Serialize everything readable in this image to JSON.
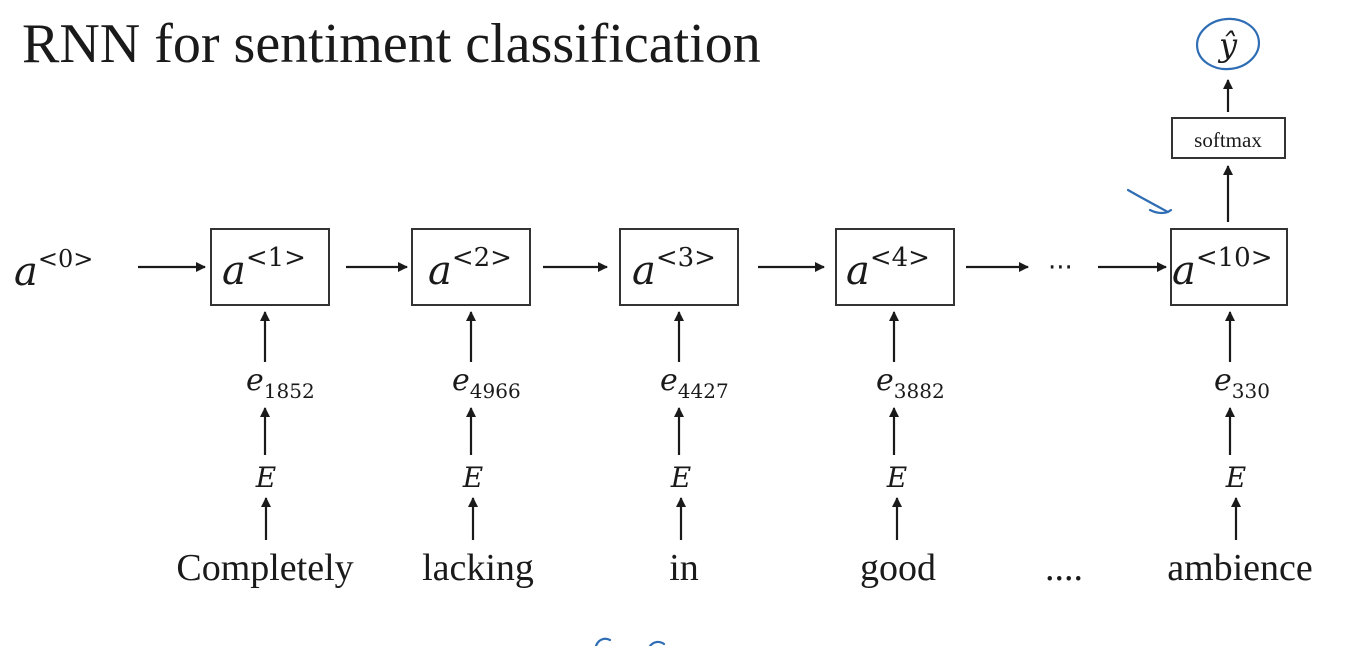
{
  "title": "RNN for sentiment classification",
  "initial_activation": {
    "base": "a",
    "sup": "<0>"
  },
  "cells": [
    {
      "base": "a",
      "sup": "<1>"
    },
    {
      "base": "a",
      "sup": "<2>"
    },
    {
      "base": "a",
      "sup": "<3>"
    },
    {
      "base": "a",
      "sup": "<4>"
    },
    {
      "base": "a",
      "sup": "<10>"
    }
  ],
  "ellipsis_mid": "···",
  "embeddings": [
    {
      "base": "e",
      "sub": "1852"
    },
    {
      "base": "e",
      "sub": "4966"
    },
    {
      "base": "e",
      "sub": "4427"
    },
    {
      "base": "e",
      "sub": "3882"
    },
    {
      "base": "e",
      "sub": "330"
    }
  ],
  "matrix_label": "E",
  "words": [
    "Completely",
    "lacking",
    "in",
    "good",
    "ambience"
  ],
  "ellipsis_words": "....",
  "softmax_label": "softmax",
  "output": {
    "label": "ŷ"
  },
  "colors": {
    "annotation": "#2f6db5",
    "ink": "#1a1a1a"
  }
}
